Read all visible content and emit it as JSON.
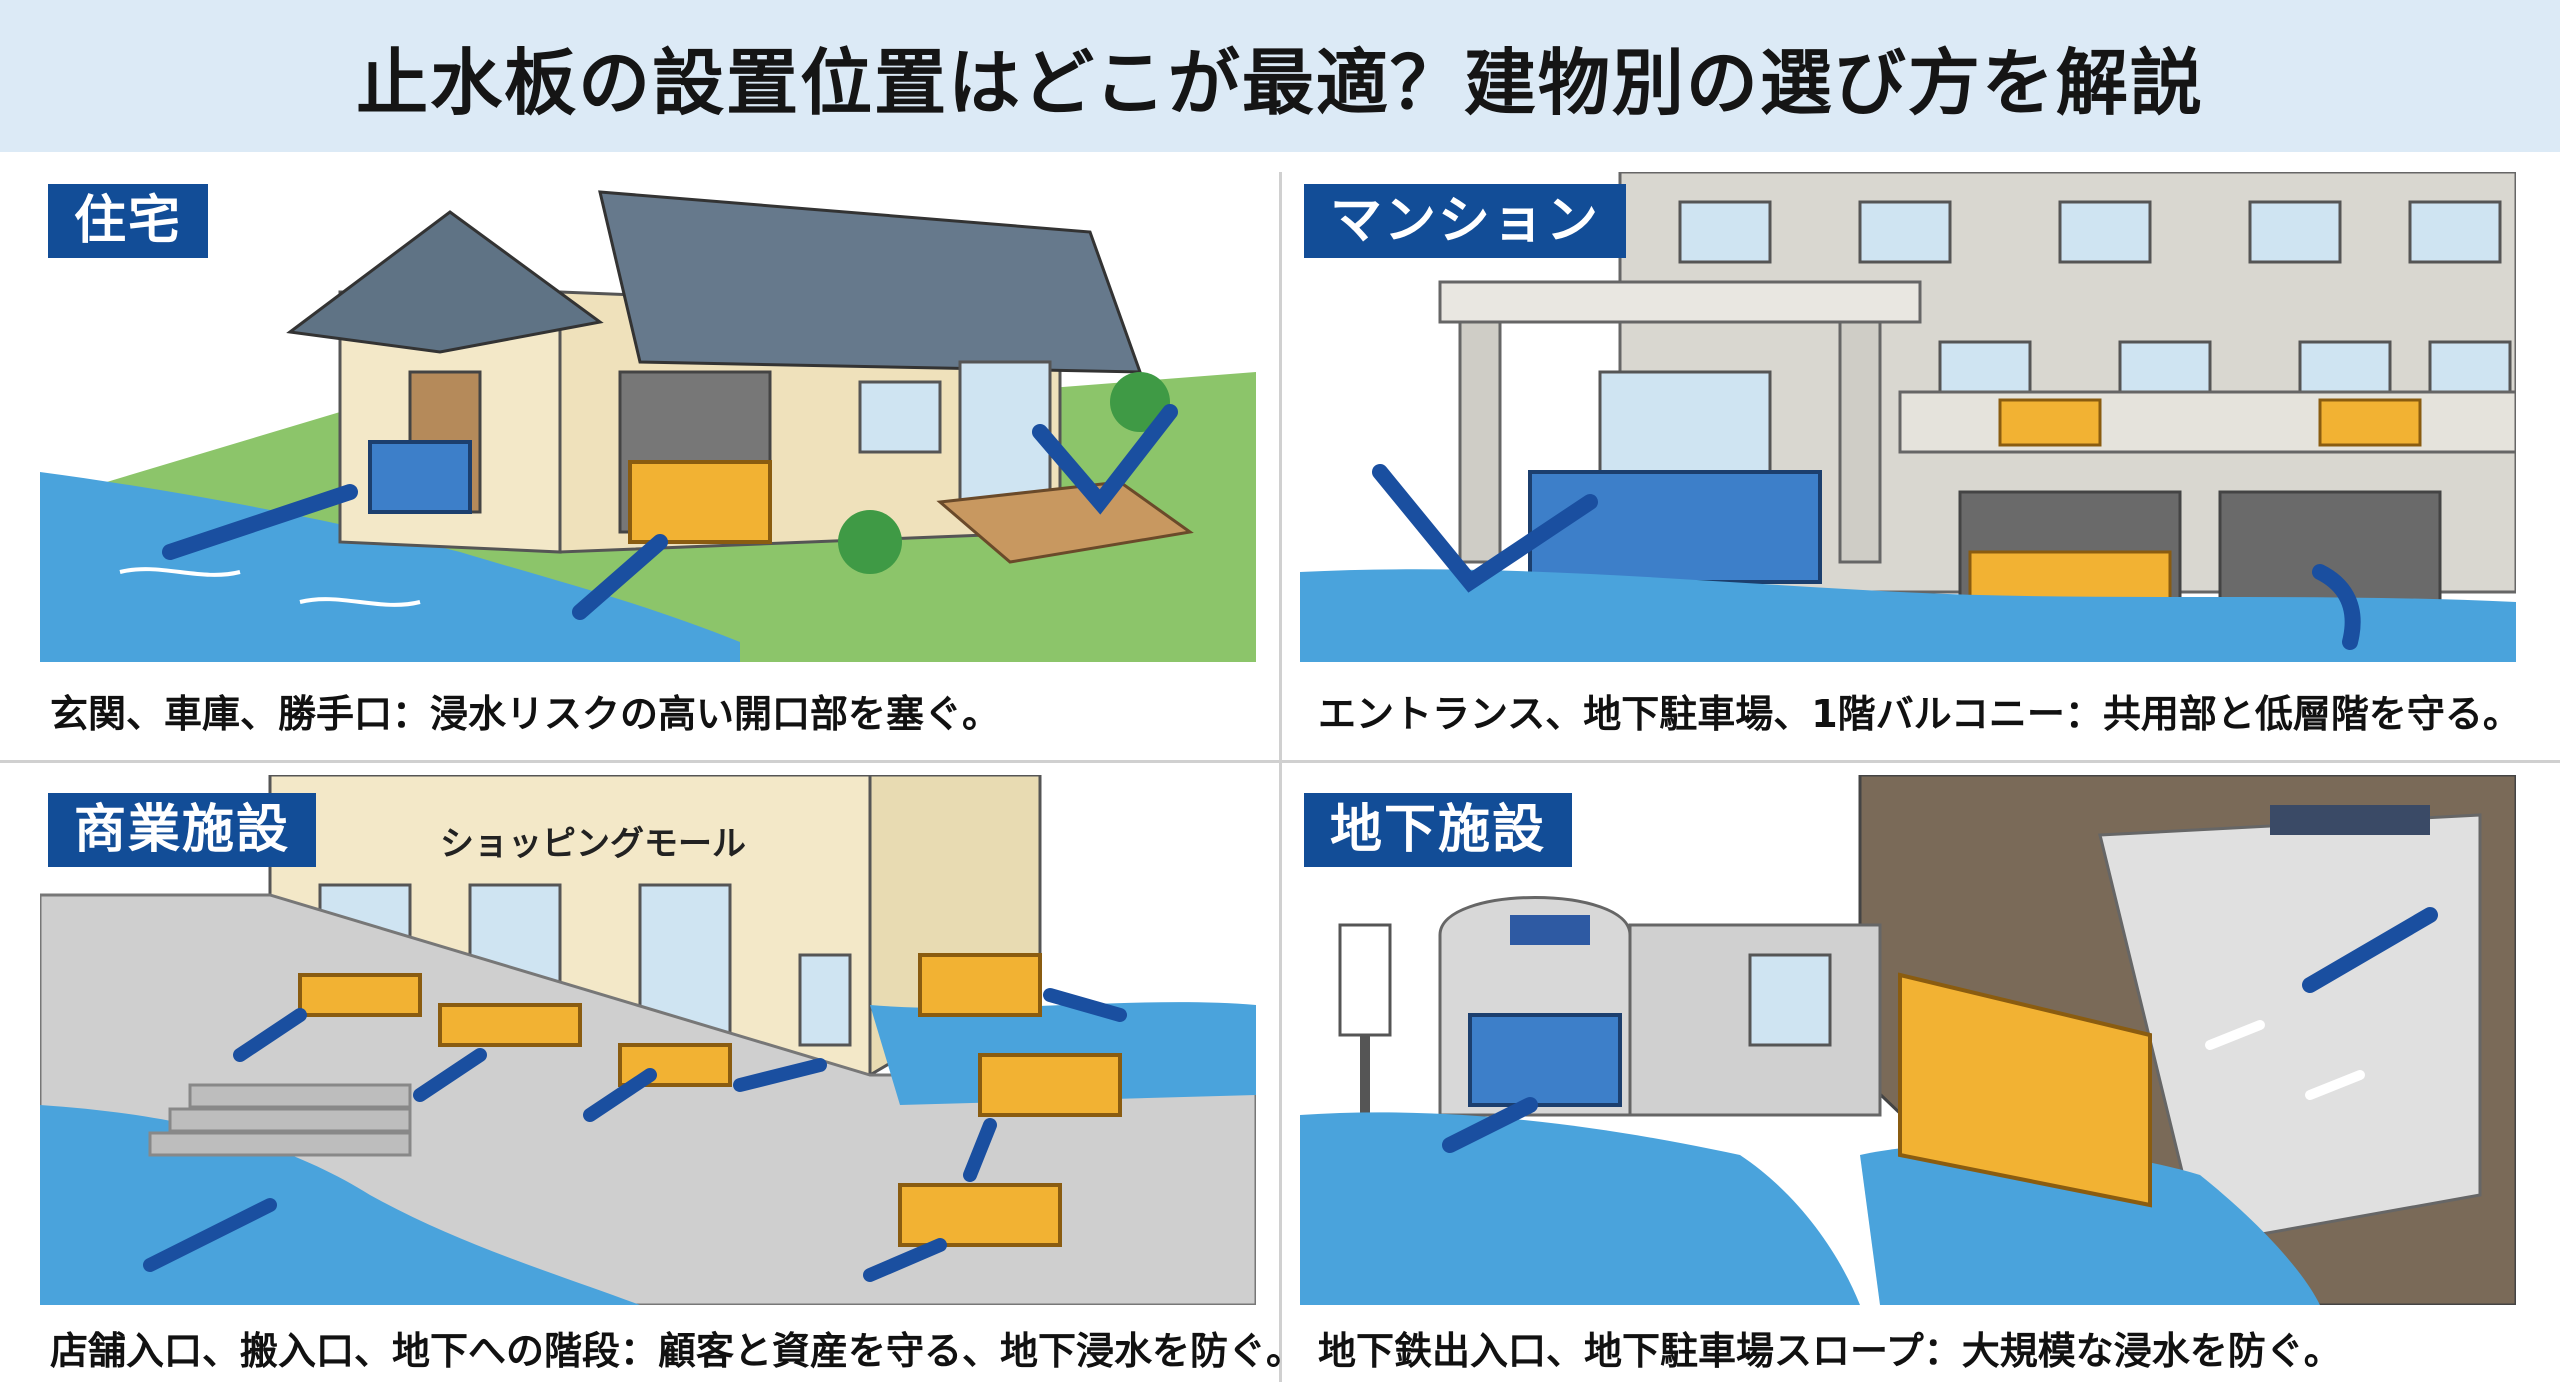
{
  "title": "止水板の設置位置はどこが最適？建物別の選び方を解説",
  "colors": {
    "title_bg": "#dceaf6",
    "tag_bg": "#124d97",
    "water": "#4aa3dc",
    "barrier_yellow": "#f2b233",
    "barrier_blue": "#3d7fc9",
    "arrow": "#1a4fa0"
  },
  "panels": [
    {
      "tag": "住宅",
      "caption": "玄関、車庫、勝手口：浸水リスクの高い開口部を塞ぐ。"
    },
    {
      "tag": "マンション",
      "caption": "エントランス、地下駐車場、1階バルコニー：共用部と低層階を守る。"
    },
    {
      "tag": "商業施設",
      "sign": "ショッピングモール",
      "caption": "店舗入口、搬入口、地下への階段：顧客と資産を守る、地下浸水を防ぐ。"
    },
    {
      "tag": "地下施設",
      "caption": "地下鉄出入口、地下駐車場スロープ：大規模な浸水を防ぐ。"
    }
  ]
}
